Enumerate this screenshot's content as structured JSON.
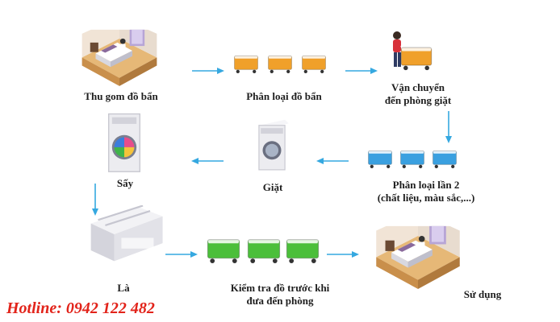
{
  "steps": [
    {
      "id": "collect",
      "label": "Thu gom đồ bẩn"
    },
    {
      "id": "sort1",
      "label": "Phân loại đồ bẩn"
    },
    {
      "id": "transport",
      "label_line1": "Vận chuyển",
      "label_line2": "đến phòng giặt"
    },
    {
      "id": "sort2",
      "label_line1": "Phân loại lần 2",
      "label_line2": "(chất liệu, màu sắc,...)"
    },
    {
      "id": "wash",
      "label": "Giặt"
    },
    {
      "id": "dry",
      "label": "Sấy"
    },
    {
      "id": "iron",
      "label": "Là"
    },
    {
      "id": "inspect",
      "label_line1": "Kiểm tra đồ trước khi",
      "label_line2": "đưa đến phòng"
    },
    {
      "id": "use",
      "label": "Sử dụng"
    }
  ],
  "hotline": "Hotline: 0942 122 482",
  "colors": {
    "arrow": "#35a8e0",
    "hotline": "#e2231a",
    "cart_orange": "#f0a02a",
    "cart_blue": "#3aa0e0",
    "cart_green": "#4bbf3a",
    "machine": "#e8e8ec"
  }
}
